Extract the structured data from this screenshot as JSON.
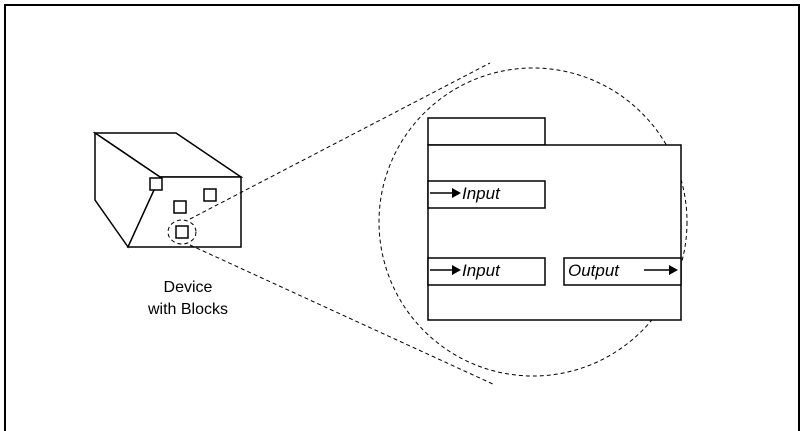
{
  "device": {
    "label_line1": "Device",
    "label_line2": "with Blocks"
  },
  "block": {
    "ports": {
      "input_top": "Input",
      "input_bottom": "Input",
      "output": "Output"
    }
  },
  "colors": {
    "stroke": "#000000",
    "background": "#ffffff"
  }
}
